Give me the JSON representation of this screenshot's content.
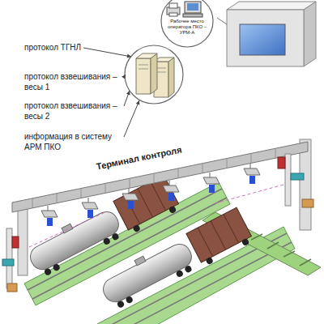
{
  "diagram": {
    "nodes": [
      {
        "text": [
          "Рабочее место оператора ПКО – УРМ-А"
        ]
      }
    ],
    "labels": [
      "протокол ТГНЛ",
      "протокол взвешивания – весы 1",
      "протокол взвешивания – весы 2",
      "информация в систему АРМ ПКО",
      "Терминал контроля"
    ]
  }
}
